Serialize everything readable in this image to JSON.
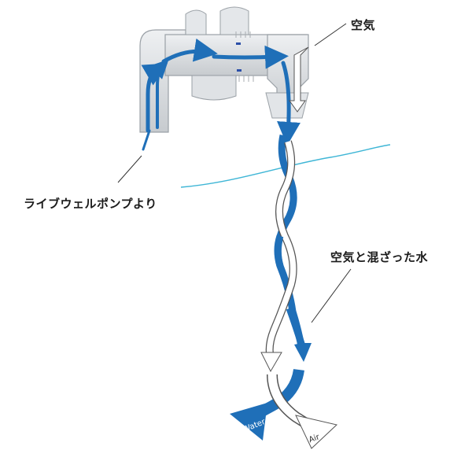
{
  "labels": {
    "air": "空気",
    "from_pump": "ライブウェルポンプより",
    "mixed": "空気と混ざった水"
  },
  "stream_tags": {
    "water": "Water",
    "air": "Air"
  },
  "colors": {
    "water_arrow": "#1f6fb8",
    "air_arrow": "#ffffff",
    "housing": "#d9dcdf",
    "water_line": "#3fb6d6"
  }
}
